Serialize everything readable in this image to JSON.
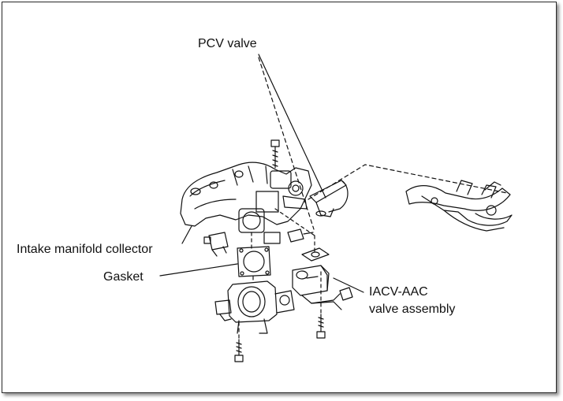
{
  "labels": {
    "pcv_valve": "PCV valve",
    "intake_manifold_collector": "Intake manifold collector",
    "gasket": "Gasket",
    "iacv_line1": "IACV-AAC",
    "iacv_line2": "valve assembly"
  },
  "colors": {
    "ink": "#111111",
    "background": "#ffffff"
  }
}
